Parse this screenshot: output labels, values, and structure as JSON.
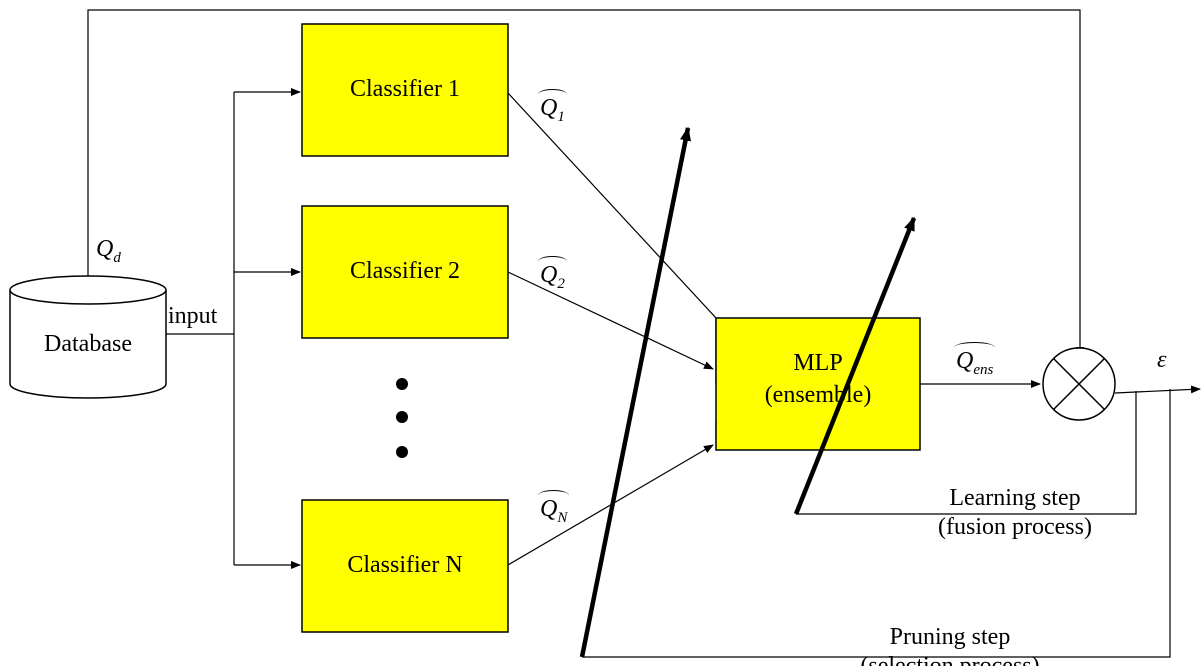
{
  "database": {
    "label": "Database",
    "output_label": "input",
    "target_label": "Q",
    "target_sub": "d"
  },
  "classifiers": [
    {
      "label": "Classifier 1",
      "output_label": "Q",
      "output_sub": "1"
    },
    {
      "label": "Classifier 2",
      "output_label": "Q",
      "output_sub": "2"
    },
    {
      "label": "Classifier N",
      "output_label": "Q",
      "output_sub": "N"
    }
  ],
  "ensemble": {
    "line1": "MLP",
    "line2": "(ensemble)",
    "output_label": "Q",
    "output_sub": "ens"
  },
  "error_label": "ε",
  "learning_step": {
    "line1": "Learning step",
    "line2": "(fusion process)"
  },
  "pruning_step": {
    "line1": "Pruning step",
    "line2": "(selection process)"
  },
  "colors": {
    "box_fill": "#ffff00",
    "stroke": "#000000"
  }
}
